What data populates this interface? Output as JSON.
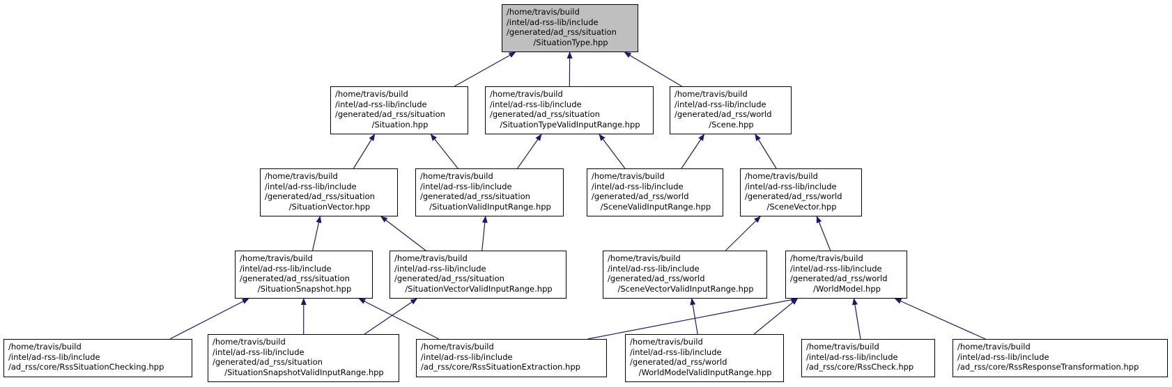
{
  "colors": {
    "edge": "#191970",
    "root_fill": "#bfbfbf",
    "node_fill": "#ffffff",
    "border": "#000000"
  },
  "nodes": [
    {
      "id": "n0",
      "root": true,
      "lines": [
        "/home/travis/build",
        "/intel/ad-rss-lib/include",
        "/generated/ad_rss/situation",
        "/SituationType.hpp"
      ]
    },
    {
      "id": "n1",
      "lines": [
        "/home/travis/build",
        "/intel/ad-rss-lib/include",
        "/generated/ad_rss/situation",
        "/Situation.hpp"
      ]
    },
    {
      "id": "n2",
      "lines": [
        "/home/travis/build",
        "/intel/ad-rss-lib/include",
        "/generated/ad_rss/situation",
        "/SituationTypeValidInputRange.hpp"
      ]
    },
    {
      "id": "n3",
      "lines": [
        "/home/travis/build",
        "/intel/ad-rss-lib/include",
        "/generated/ad_rss/world",
        "/Scene.hpp"
      ]
    },
    {
      "id": "n4",
      "lines": [
        "/home/travis/build",
        "/intel/ad-rss-lib/include",
        "/generated/ad_rss/situation",
        "/SituationVector.hpp"
      ]
    },
    {
      "id": "n5",
      "lines": [
        "/home/travis/build",
        "/intel/ad-rss-lib/include",
        "/generated/ad_rss/situation",
        "/SituationValidInputRange.hpp"
      ]
    },
    {
      "id": "n6",
      "lines": [
        "/home/travis/build",
        "/intel/ad-rss-lib/include",
        "/generated/ad_rss/world",
        "/SceneValidInputRange.hpp"
      ]
    },
    {
      "id": "n7",
      "lines": [
        "/home/travis/build",
        "/intel/ad-rss-lib/include",
        "/generated/ad_rss/world",
        "/SceneVector.hpp"
      ]
    },
    {
      "id": "n8",
      "lines": [
        "/home/travis/build",
        "/intel/ad-rss-lib/include",
        "/generated/ad_rss/situation",
        "/SituationSnapshot.hpp"
      ]
    },
    {
      "id": "n9",
      "lines": [
        "/home/travis/build",
        "/intel/ad-rss-lib/include",
        "/generated/ad_rss/situation",
        "/SituationVectorValidInputRange.hpp"
      ]
    },
    {
      "id": "n10",
      "lines": [
        "/home/travis/build",
        "/intel/ad-rss-lib/include",
        "/generated/ad_rss/world",
        "/SceneVectorValidInputRange.hpp"
      ]
    },
    {
      "id": "n11",
      "lines": [
        "/home/travis/build",
        "/intel/ad-rss-lib/include",
        "/generated/ad_rss/world",
        "/WorldModel.hpp"
      ]
    },
    {
      "id": "n12",
      "lines": [
        "/home/travis/build",
        "/intel/ad-rss-lib/include",
        "/ad_rss/core/RssSituationChecking.hpp"
      ]
    },
    {
      "id": "n13",
      "lines": [
        "/home/travis/build",
        "/intel/ad-rss-lib/include",
        "/generated/ad_rss/situation",
        "/SituationSnapshotValidInputRange.hpp"
      ]
    },
    {
      "id": "n14",
      "lines": [
        "/home/travis/build",
        "/intel/ad-rss-lib/include",
        "/ad_rss/core/RssSituationExtraction.hpp"
      ]
    },
    {
      "id": "n15",
      "lines": [
        "/home/travis/build",
        "/intel/ad-rss-lib/include",
        "/generated/ad_rss/world",
        "/WorldModelValidInputRange.hpp"
      ]
    },
    {
      "id": "n16",
      "lines": [
        "/home/travis/build",
        "/intel/ad-rss-lib/include",
        "/ad_rss/core/RssCheck.hpp"
      ]
    },
    {
      "id": "n17",
      "lines": [
        "/home/travis/build",
        "/intel/ad-rss-lib/include",
        "/ad_rss/core/RssResponseTransformation.hpp"
      ]
    }
  ],
  "edges": [
    {
      "from": "n1",
      "to": "n0"
    },
    {
      "from": "n2",
      "to": "n0"
    },
    {
      "from": "n3",
      "to": "n0"
    },
    {
      "from": "n4",
      "to": "n1"
    },
    {
      "from": "n5",
      "to": "n1"
    },
    {
      "from": "n5",
      "to": "n2"
    },
    {
      "from": "n6",
      "to": "n2"
    },
    {
      "from": "n6",
      "to": "n3"
    },
    {
      "from": "n7",
      "to": "n3"
    },
    {
      "from": "n8",
      "to": "n4"
    },
    {
      "from": "n9",
      "to": "n4"
    },
    {
      "from": "n9",
      "to": "n5"
    },
    {
      "from": "n10",
      "to": "n7"
    },
    {
      "from": "n11",
      "to": "n7"
    },
    {
      "from": "n12",
      "to": "n8"
    },
    {
      "from": "n13",
      "to": "n8"
    },
    {
      "from": "n14",
      "to": "n8"
    },
    {
      "from": "n13",
      "to": "n9"
    },
    {
      "from": "n15",
      "to": "n10"
    },
    {
      "from": "n14",
      "to": "n11"
    },
    {
      "from": "n15",
      "to": "n11"
    },
    {
      "from": "n16",
      "to": "n11"
    },
    {
      "from": "n17",
      "to": "n11"
    }
  ]
}
